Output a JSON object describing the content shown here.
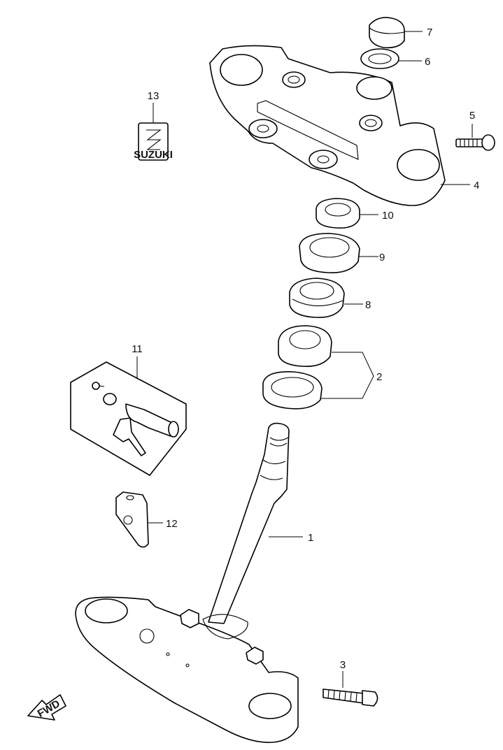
{
  "callouts": [
    {
      "id": "1",
      "text": "1"
    },
    {
      "id": "2",
      "text": "2"
    },
    {
      "id": "3",
      "text": "3"
    },
    {
      "id": "4",
      "text": "4"
    },
    {
      "id": "5",
      "text": "5"
    },
    {
      "id": "6",
      "text": "6"
    },
    {
      "id": "7",
      "text": "7"
    },
    {
      "id": "8",
      "text": "8"
    },
    {
      "id": "9",
      "text": "9"
    },
    {
      "id": "10",
      "text": "10"
    },
    {
      "id": "11",
      "text": "11"
    },
    {
      "id": "12",
      "text": "12"
    },
    {
      "id": "13",
      "text": "13"
    }
  ],
  "emblem_text": "SUZUKI",
  "fwd_text": "FWD"
}
